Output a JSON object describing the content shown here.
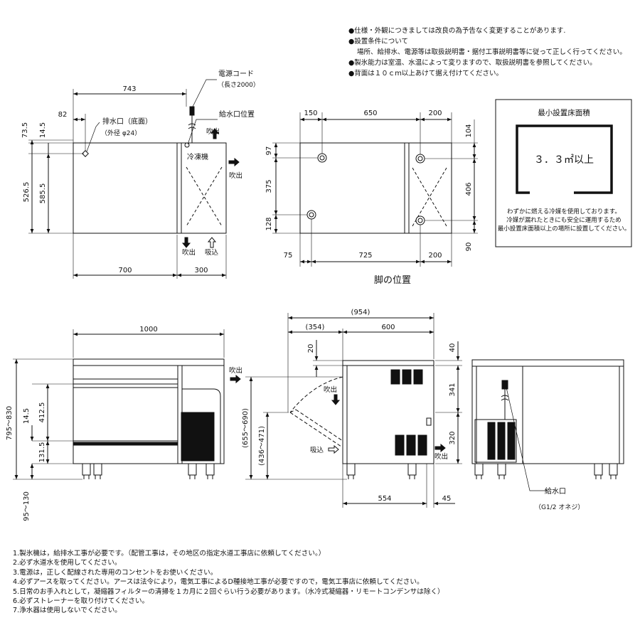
{
  "top_notes": [
    "●仕様・外観につきましては改良の為予告なく変更することがあります.",
    "●設置条件について",
    "場所、給排水、電源等は取扱説明書・据付工事説明書等に従って正しく行ってください。",
    "●製氷能力は室温、水温によって変りますので、取扱説明書を参照してください。",
    "●背面は１０ｃｍ以上あけて据え付けてください。"
  ],
  "plan_view": {
    "dim_top_total": "743",
    "dim_top_left": "82",
    "dim_left_a": "73.5",
    "dim_left_b": "14.5",
    "dim_left_c": "526.5",
    "dim_left_d": "585.5",
    "dim_bottom_left": "700",
    "dim_bottom_right": "300",
    "drain_label": "排水口（底面）",
    "drain_sub": "（外径 φ24）",
    "power_cord_label": "電源コード",
    "power_cord_sub": "（長さ2000）",
    "water_inlet_label": "給水口位置",
    "compressor_label": "冷凍機",
    "blow_out": "吹出",
    "blow_out_2": "吹出",
    "blow_out_3": "吹出",
    "suction": "吸込"
  },
  "feet_view": {
    "title": "脚の位置",
    "dim_top": [
      "150",
      "650",
      "200"
    ],
    "dim_bottom": [
      "75",
      "725",
      "200"
    ],
    "dim_left": [
      "97",
      "375",
      "128"
    ],
    "dim_right": [
      "104",
      "406",
      "90"
    ]
  },
  "floor_area": {
    "title": "最小設置床面積",
    "value": "３．３㎡以上",
    "note": [
      "わずかに燃える冷媒を使用しております。",
      "冷媒が漏れたときにも安全に運用するため",
      "最小設置床面積以上の場所に設置してください。"
    ]
  },
  "front_view": {
    "dim_width": "1000",
    "dim_height": "795～830",
    "dim_a": "14.5",
    "dim_b": "412.5",
    "dim_c": "131.5",
    "dim_feet": "95～130",
    "blow_out": "吹出"
  },
  "side_view": {
    "dim_total": "(954)",
    "dim_door": "(354)",
    "dim_body": "600",
    "dim_20": "20",
    "dim_40": "40",
    "dim_341": "341",
    "dim_320": "320",
    "dim_h1": "(655～690)",
    "dim_h2": "(436～471)",
    "dim_554": "554",
    "dim_45": "45",
    "blow_out": "吹出",
    "suction": "吸込",
    "blow_out_2": "吹出"
  },
  "rear_view": {
    "inlet_label": "給水口",
    "inlet_sub": "（G1/2 オネジ）"
  },
  "bottom_notes": [
    "1.製氷機は，給排水工事が必要です。（配管工事は，その地区の指定水道工事店に依頼してください。）",
    "2.必ず水道水を使用してください。",
    "3.電源は，正しく配線された専用のコンセントをお使いください。",
    "4.必ずアースを取ってください。アースは法令により，電気工事によるD種接地工事が必要ですので，電気工事店に依頼してください。",
    "5.日常のお手入れとして，凝縮器フィルターの清掃を１カ月に２回ぐらい行う必要があります。（水冷式凝縮器・リモートコンデンサは除く）",
    "6.必ずストレーナーを取り付けてください。",
    "7.浄水器は使用しないでください。"
  ]
}
